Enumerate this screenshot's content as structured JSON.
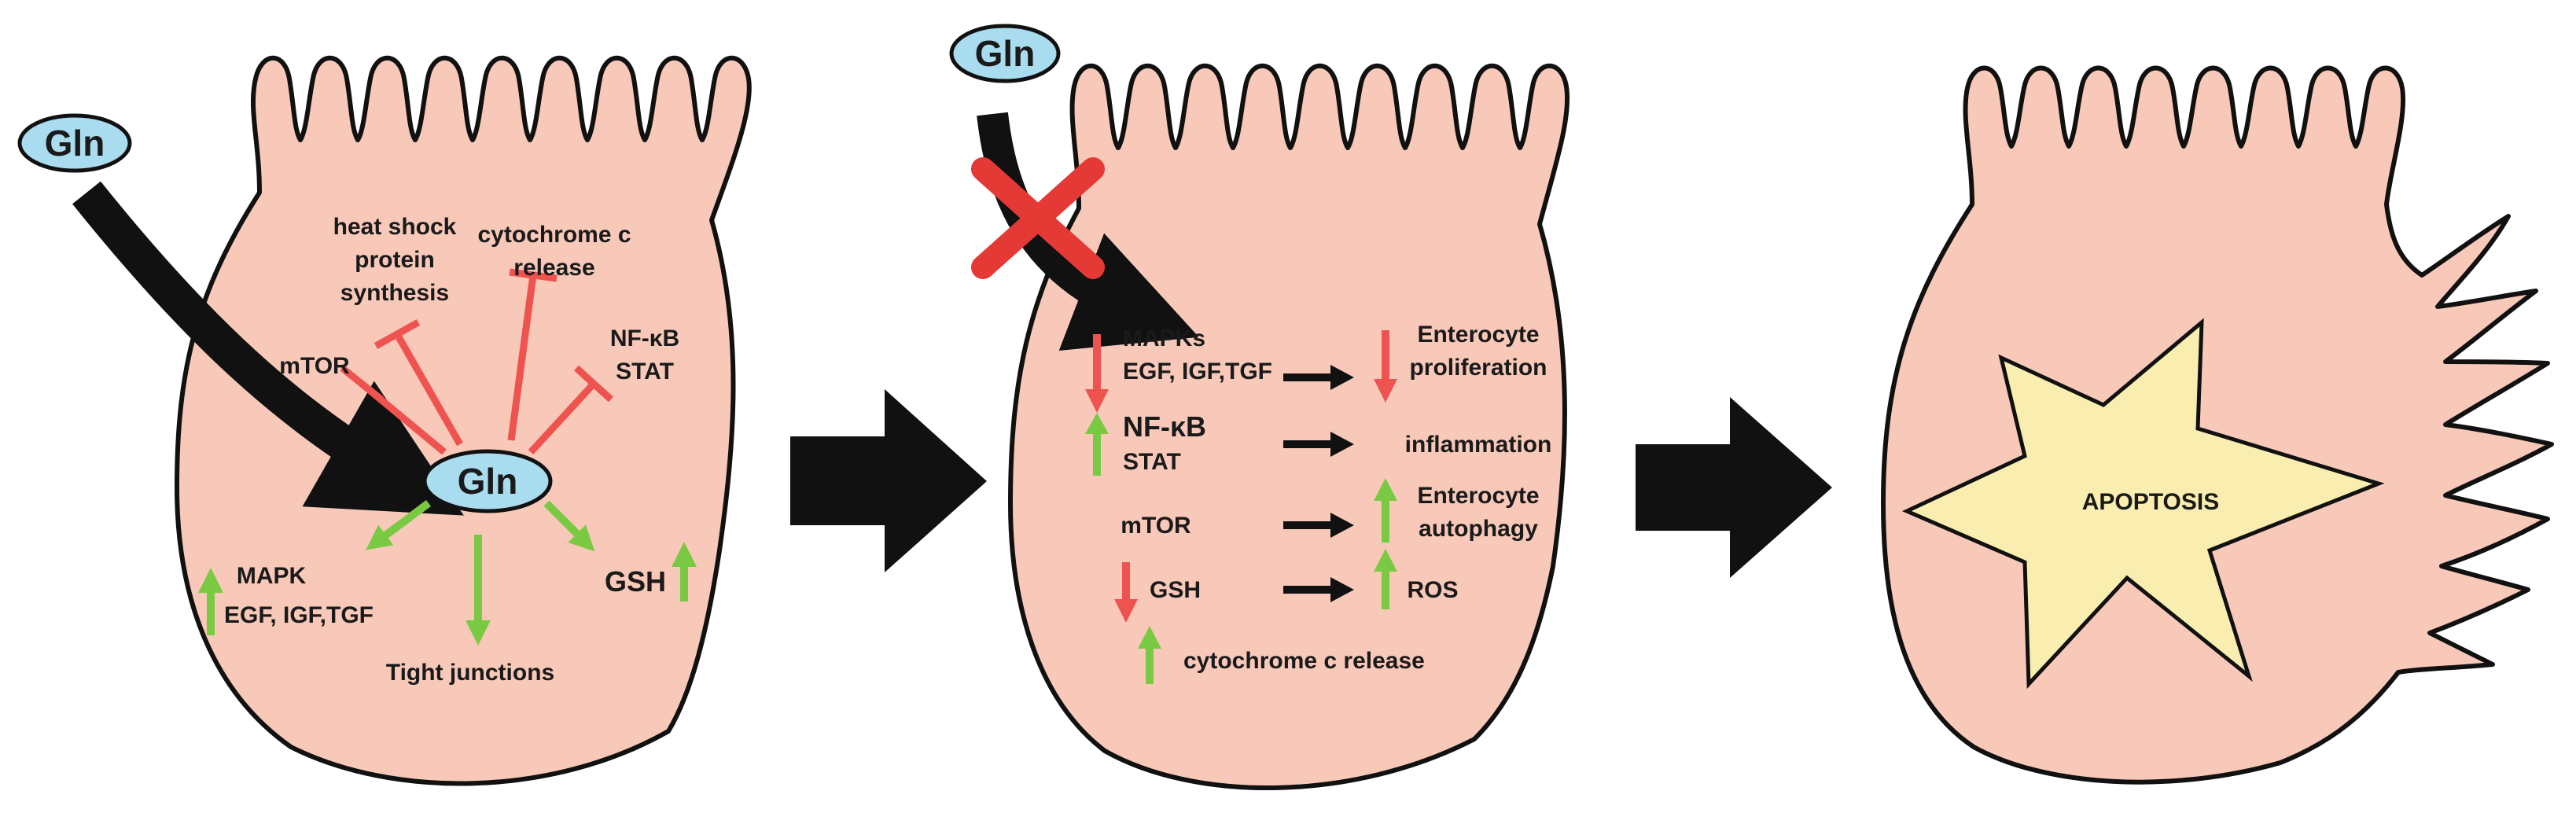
{
  "colors": {
    "cell_fill": "#f8c9b9",
    "outline": "#111111",
    "gln_fill": "#a9dcef",
    "up_arrow": "#7ac943",
    "down_arrow": "#ef5350",
    "inhibition": "#ef5350",
    "apoptosis_star": "#f9eeb0",
    "block_cross": "#e53935"
  },
  "panel1": {
    "gln_outside": "Gln",
    "gln_inside": "Gln",
    "inhibited": {
      "hsp_line1": "heat shock",
      "hsp_line2": "protein",
      "hsp_line3": "synthesis",
      "cyto_line1": "cytochrome c",
      "cyto_line2": "release",
      "mtor": "mTOR",
      "nfkb": "NF-κB",
      "stat": "STAT"
    },
    "upregulated": {
      "mapk_line1": "MAPK",
      "mapk_line2": "EGF, IGF,TGF",
      "tight_junctions": "Tight junctions",
      "gsh": "GSH"
    }
  },
  "panel2": {
    "gln_outside": "Gln",
    "rows": [
      {
        "left_line1": "MAPKs",
        "left_line2": "EGF, IGF,TGF",
        "right_line1": "Enterocyte",
        "right_line2": "proliferation"
      },
      {
        "left_line1": "NF-κB",
        "left_line2": "STAT",
        "right_line1": "inflammation",
        "right_line2": ""
      },
      {
        "left_line1": "mTOR",
        "left_line2": "",
        "right_line1": "Enterocyte",
        "right_line2": "autophagy"
      },
      {
        "left_line1": "GSH",
        "left_line2": "",
        "right_line1": "ROS",
        "right_line2": ""
      }
    ],
    "cytochrome": "cytochrome c release"
  },
  "panel3": {
    "label": "APOPTOSIS"
  }
}
